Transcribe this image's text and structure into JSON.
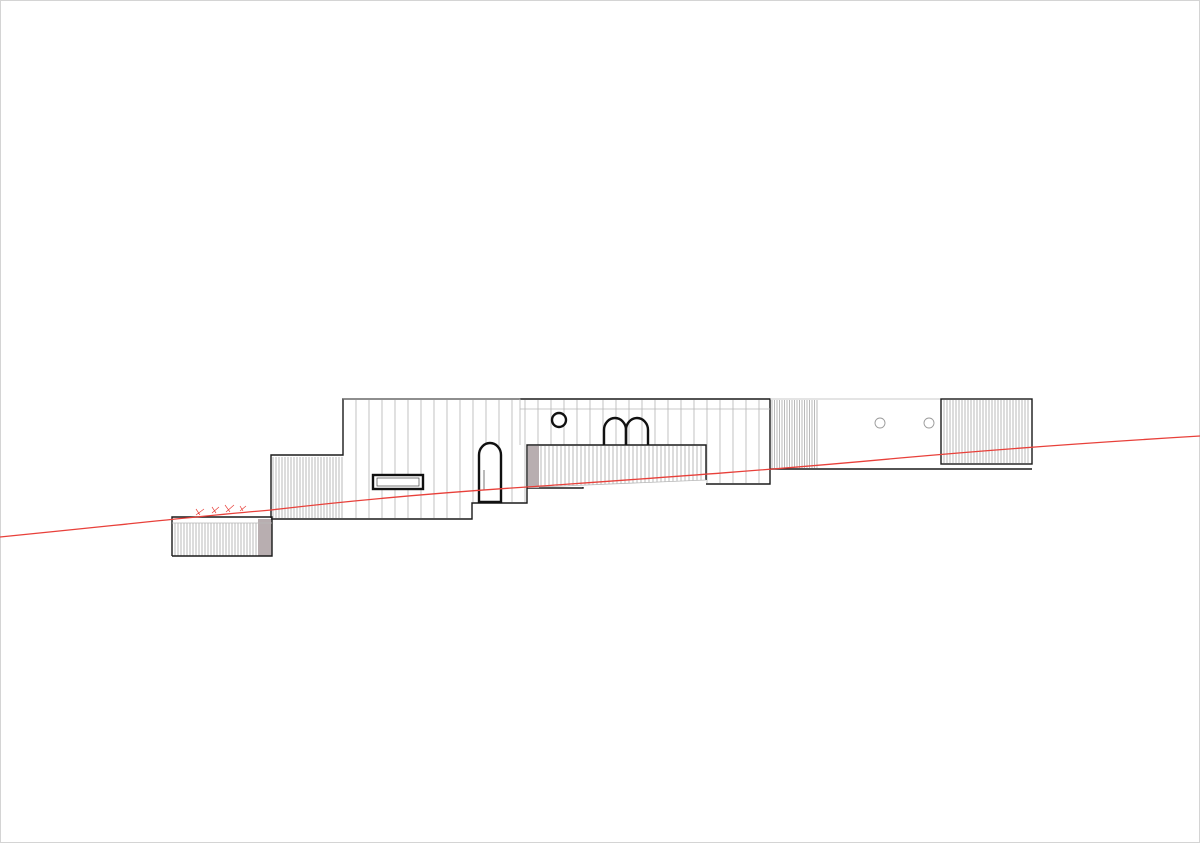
{
  "drawing": {
    "view": "elevation",
    "labels": [],
    "colors": {
      "outline": "#1a1a1a",
      "secondary_line": "#b8b8b8",
      "cladding": "#9a9a9a",
      "shade": "#b8aeb0",
      "ground_line": "#e8403a",
      "background": "#ffffff"
    },
    "elements": [
      "lower-annex-volume",
      "main-house-volume",
      "arched-door",
      "horizontal-window",
      "round-window",
      "double-arch-openings",
      "terrace-volume",
      "covered-walkway",
      "end-pavilion-volume",
      "ground-line"
    ]
  }
}
